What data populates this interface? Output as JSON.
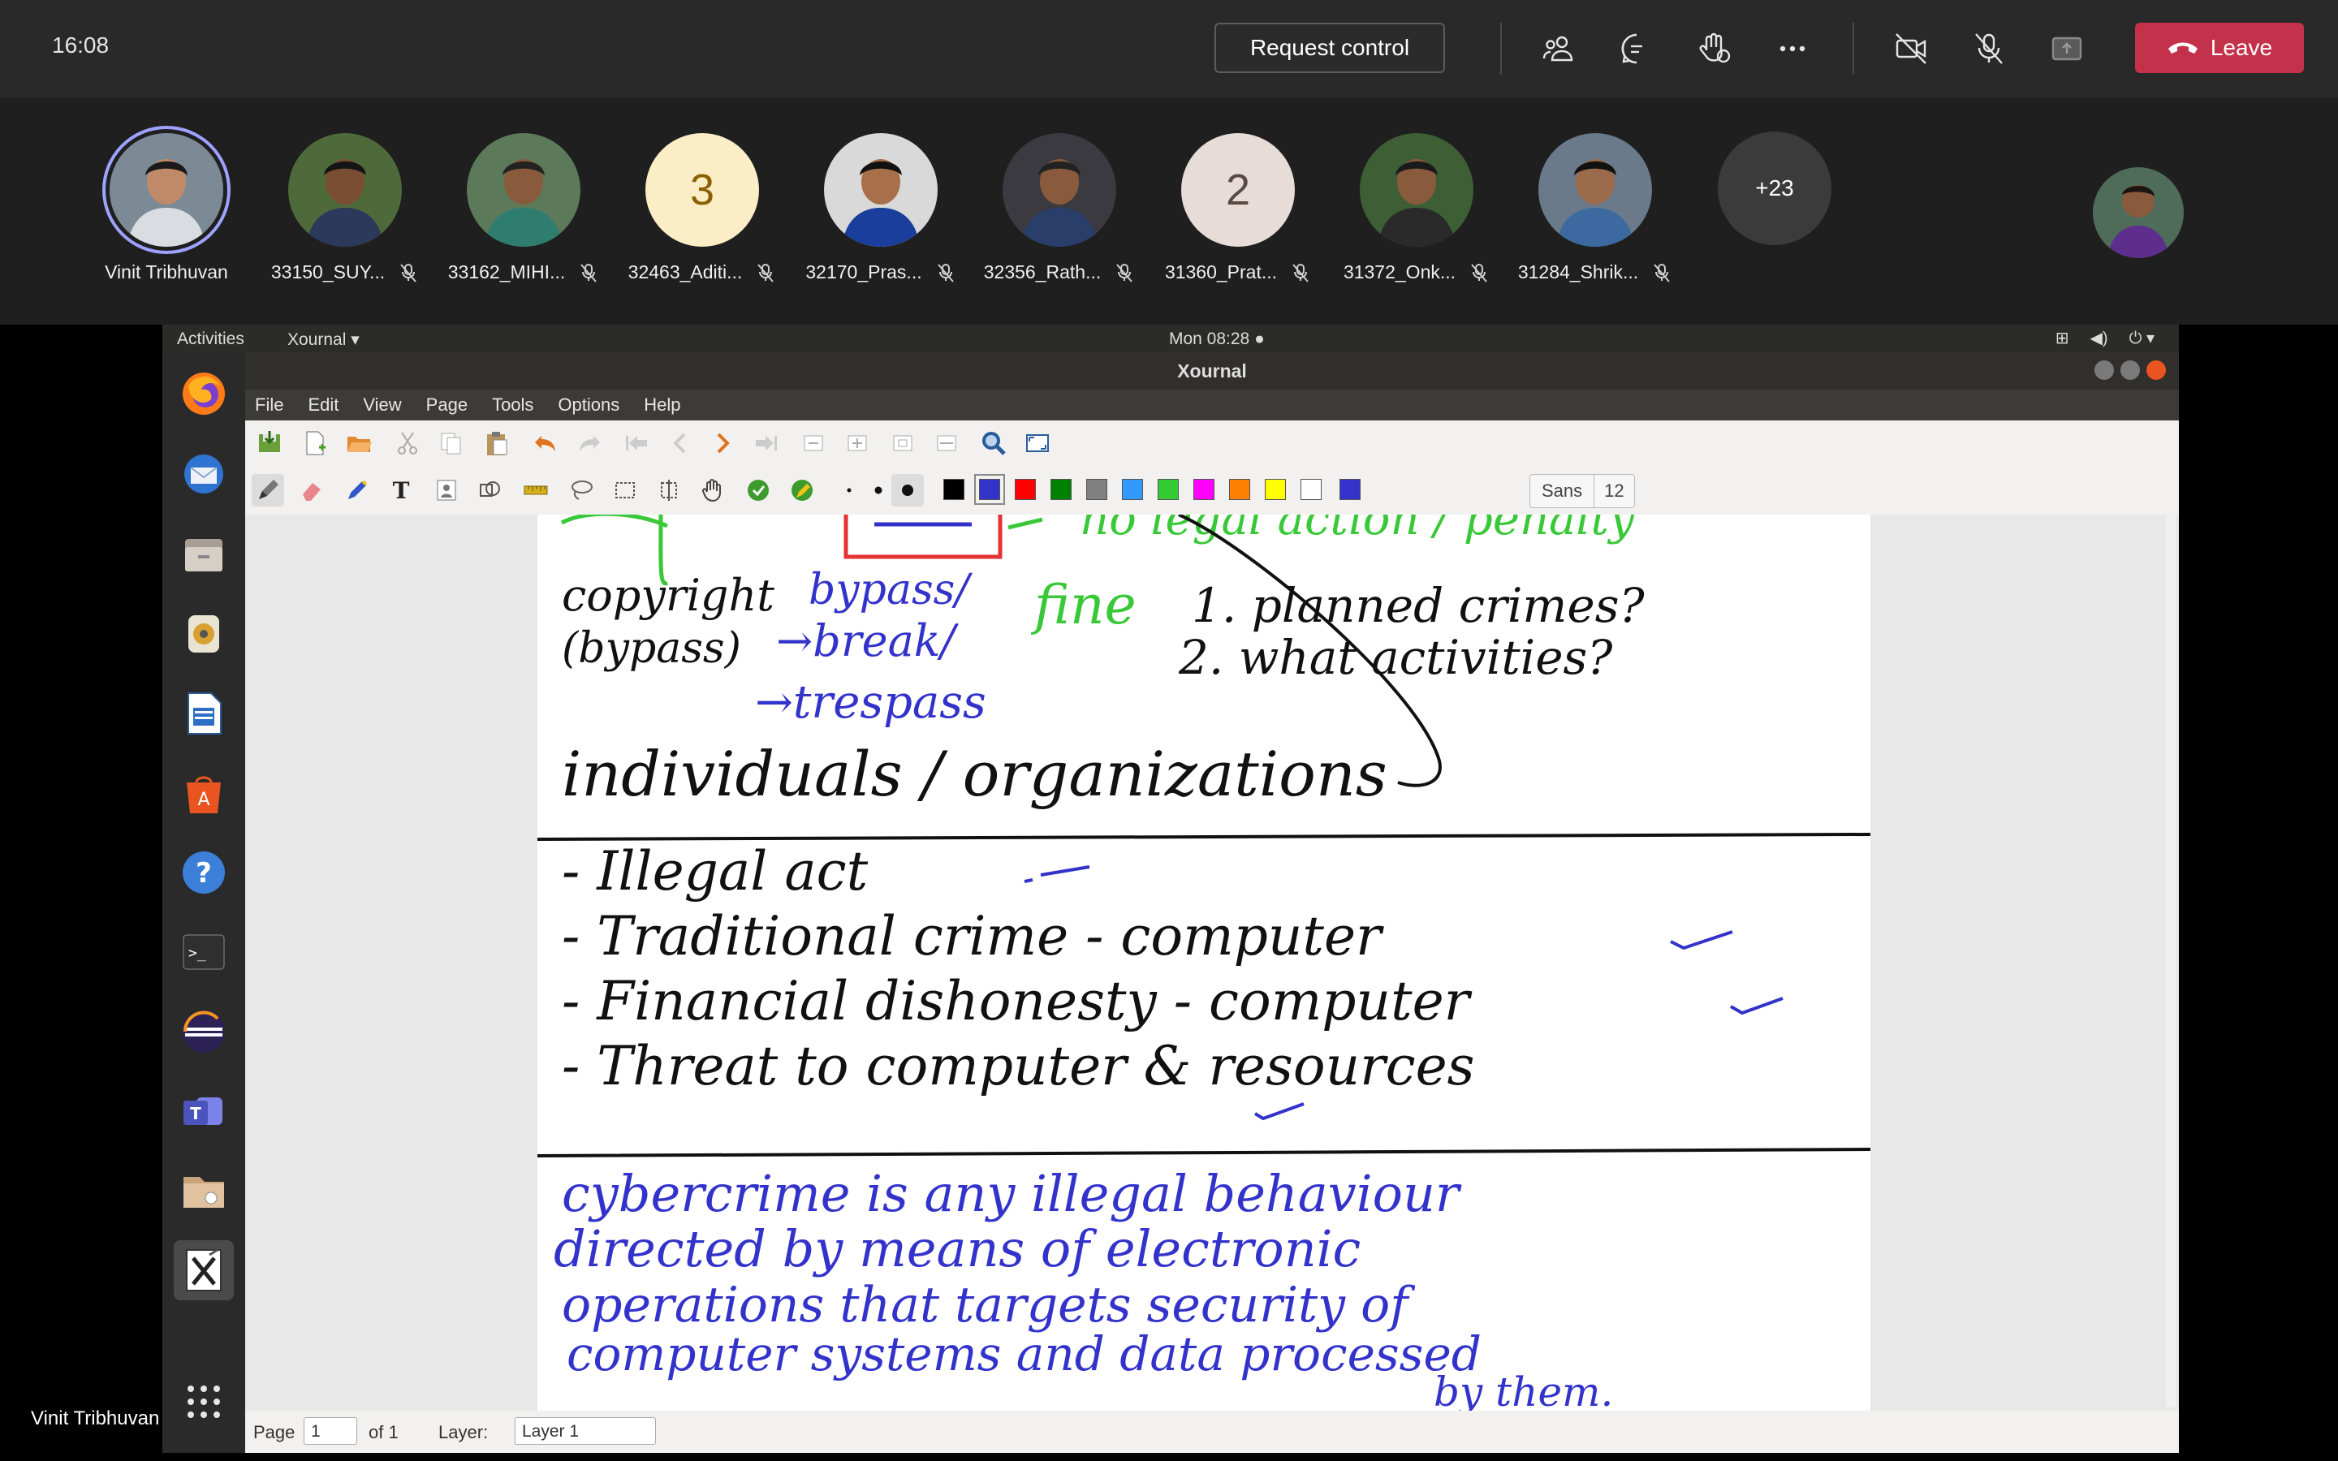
{
  "top_bar": {
    "clock": "16:08",
    "request_control_label": "Request control",
    "leave_label": "Leave",
    "icons": [
      "participants-icon",
      "chat-icon",
      "raise-hand-icon",
      "more-icon",
      "camera-off-icon",
      "mic-off-icon",
      "share-icon",
      "phone-icon"
    ]
  },
  "participants": [
    {
      "name": "Vinit Tribhuvan",
      "type": "photo",
      "active": true,
      "muted": false
    },
    {
      "name": "33150_SUY...",
      "type": "photo",
      "muted": true
    },
    {
      "name": "33162_MIHI...",
      "type": "photo",
      "muted": true
    },
    {
      "name": "32463_Aditi...",
      "type": "count",
      "count": "3",
      "color": "#fbeec7",
      "text_color": "#8a6100",
      "muted": true
    },
    {
      "name": "32170_Pras...",
      "type": "photo",
      "muted": true
    },
    {
      "name": "32356_Rath...",
      "type": "photo",
      "muted": true
    },
    {
      "name": "31360_Prat...",
      "type": "count",
      "count": "2",
      "color": "#e8dcd8",
      "text_color": "#5a4a44",
      "muted": true
    },
    {
      "name": "31372_Onk...",
      "type": "photo",
      "muted": true
    },
    {
      "name": "31284_Shrik...",
      "type": "photo",
      "muted": true
    }
  ],
  "overflow_count": "+23",
  "presenter_label": "Vinit Tribhuvan",
  "shared_screen": {
    "ubuntu_bar": {
      "activities": "Activities",
      "app_menu": "Xournal ▾",
      "datetime": "Mon 08:28 ●"
    },
    "window_title": "Xournal",
    "menu": [
      "File",
      "Edit",
      "View",
      "Page",
      "Tools",
      "Options",
      "Help"
    ],
    "palette": [
      "#000000",
      "#3333cc",
      "#ff0000",
      "#008000",
      "#808080",
      "#3399ff",
      "#33cc33",
      "#ff00ff",
      "#ff8000",
      "#ffff00",
      "#ffffff"
    ],
    "font_name": "Sans",
    "font_size": "12",
    "status": {
      "page_label": "Page",
      "page_value": "1",
      "page_of": "of 1",
      "layer_label": "Layer:",
      "layer_value": "Layer 1"
    },
    "notes": {
      "top_left": [
        "copyright",
        "(bypass)"
      ],
      "blue_words": [
        "bypass/",
        "→break/",
        "→trespass"
      ],
      "green_words": [
        "fine",
        "no legal action / penalty"
      ],
      "questions": [
        "1. planned crimes?",
        "2. what activities?"
      ],
      "heading": "individuals / organizations",
      "list": [
        "- Illegal act",
        "- Traditional crime - computer",
        "- Financial dishonesty - computer",
        "- Threat to computer & resources"
      ],
      "definition": [
        "cybercrime is any illegal behaviour",
        "directed by means of electronic",
        "operations that targets security of",
        "computer systems and data processed",
        "by them."
      ]
    }
  }
}
